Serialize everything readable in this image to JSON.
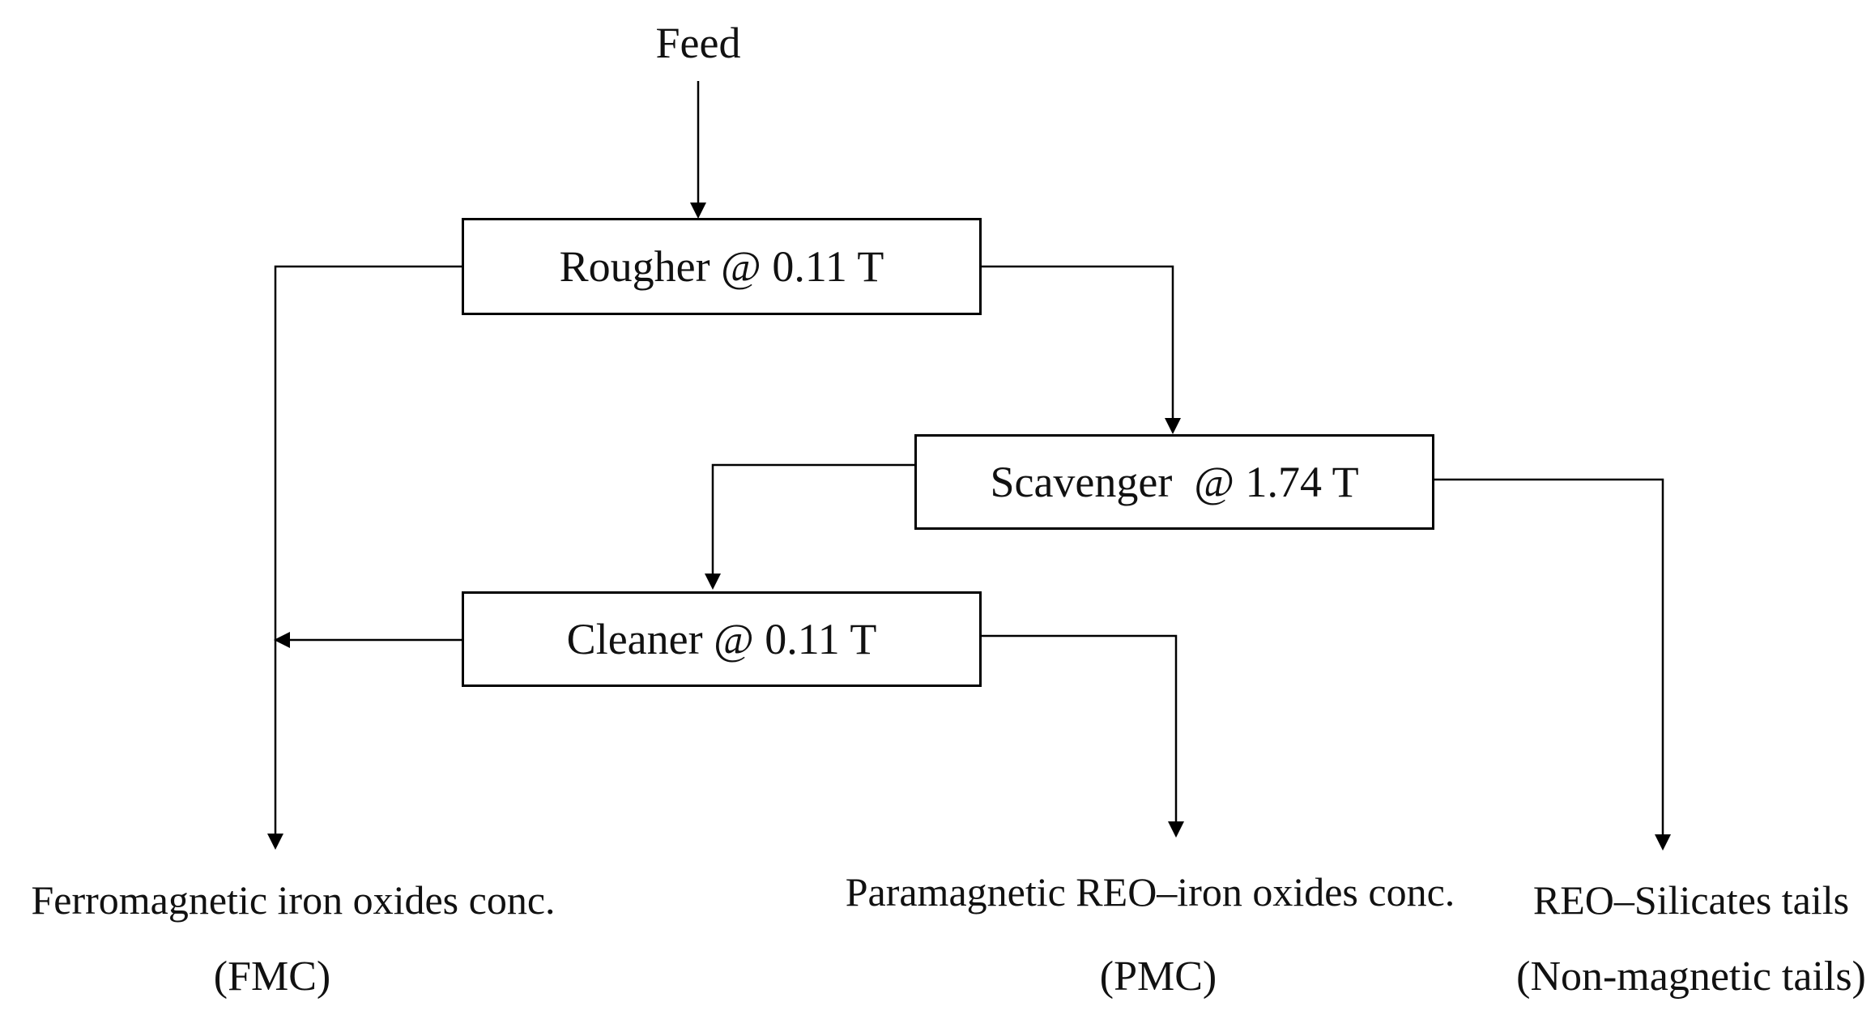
{
  "feed": {
    "label": "Feed"
  },
  "stages": {
    "rougher": "Rougher @ 0.11 T",
    "scavenger": "Scavenger  @ 1.74 T",
    "cleaner": "Cleaner @ 0.11 T"
  },
  "products": {
    "fmc": {
      "name": "Ferromagnetic iron oxides conc.",
      "abbr": "(FMC)"
    },
    "pmc": {
      "name": "Paramagnetic REO–iron oxides conc.",
      "abbr": "(PMC)"
    },
    "tails": {
      "name": "REO–Silicates tails",
      "abbr": "(Non-magnetic tails)"
    }
  },
  "colors": {
    "line": "#000000",
    "background": "#ffffff"
  }
}
